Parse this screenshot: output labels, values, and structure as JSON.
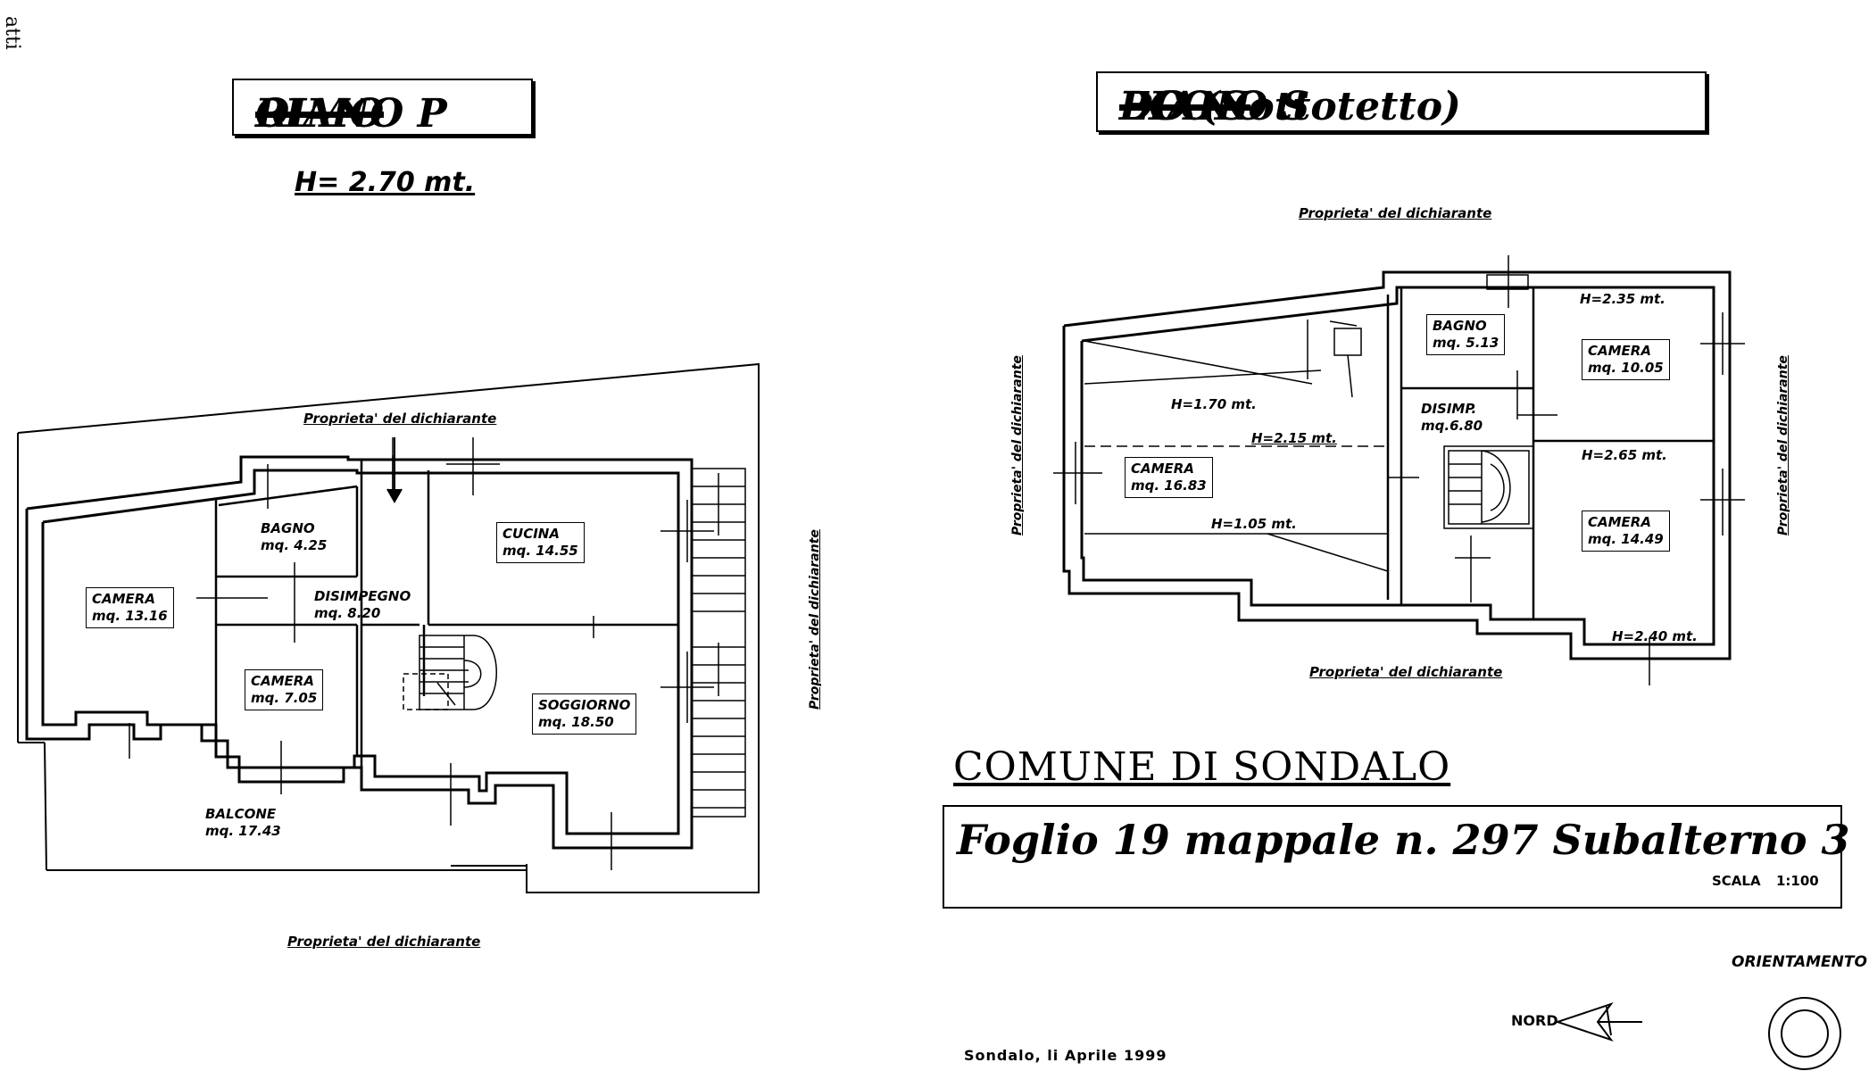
{
  "left_plan": {
    "title_prefix": "PIANO P",
    "title_struck": "RIMO",
    "title_suffix": "O",
    "height_label": "H= 2.70 mt.",
    "neighbor_top": "Proprieta' del dichiarante",
    "neighbor_bottom": "Proprieta' del dichiarante",
    "neighbor_right": "Proprieta' del dichiarante",
    "rooms": [
      {
        "name": "BAGNO",
        "area": "mq. 4.25"
      },
      {
        "name": "CUCINA",
        "area": "mq. 14.55"
      },
      {
        "name": "CAMERA",
        "area": "mq. 13.16"
      },
      {
        "name": "DISIMPEGNO",
        "area": "mq. 8.20"
      },
      {
        "name": "CAMERA",
        "area": "mq. 7.05"
      },
      {
        "name": "SOGGIORNO",
        "area": "mq. 18.50"
      },
      {
        "name": "BALCONE",
        "area": "mq. 17.43"
      }
    ]
  },
  "right_plan": {
    "title_prefix": "PIANO S",
    "title_struck": "ECON",
    "title_suffix": "DO (Sottotetto)",
    "neighbor_top": "Proprieta' del dichiarante",
    "neighbor_bottom": "Proprieta' del dichiarante",
    "neighbor_left": "Proprieta' del dichiarante",
    "neighbor_right": "Proprieta' del dichiarante",
    "rooms": [
      {
        "name": "BAGNO",
        "area": "mq. 5.13"
      },
      {
        "name": "CAMERA",
        "area": "mq. 10.05"
      },
      {
        "name": "DISIMP.",
        "area": "mq.6.80"
      },
      {
        "name": "CAMERA",
        "area": "mq. 16.83"
      },
      {
        "name": "CAMERA",
        "area": "mq. 14.49"
      }
    ],
    "heights": [
      "H=2.35 mt.",
      "H=1.70 mt.",
      "H=2.15 mt.",
      "H=2.65 mt.",
      "H=1.05 mt.",
      "H=2.40 mt."
    ]
  },
  "municipality": "COMUNE DI SONDALO",
  "cadastral_ref": "Foglio 19 mappale n. 297 Subalterno 3",
  "scale_label": "SCALA",
  "scale_value": "1:100",
  "orientation_label": "ORIENTAMENTO",
  "north_label": "NORD",
  "date_line": "Sondalo, li Aprile 1999",
  "margin_text": "atti"
}
